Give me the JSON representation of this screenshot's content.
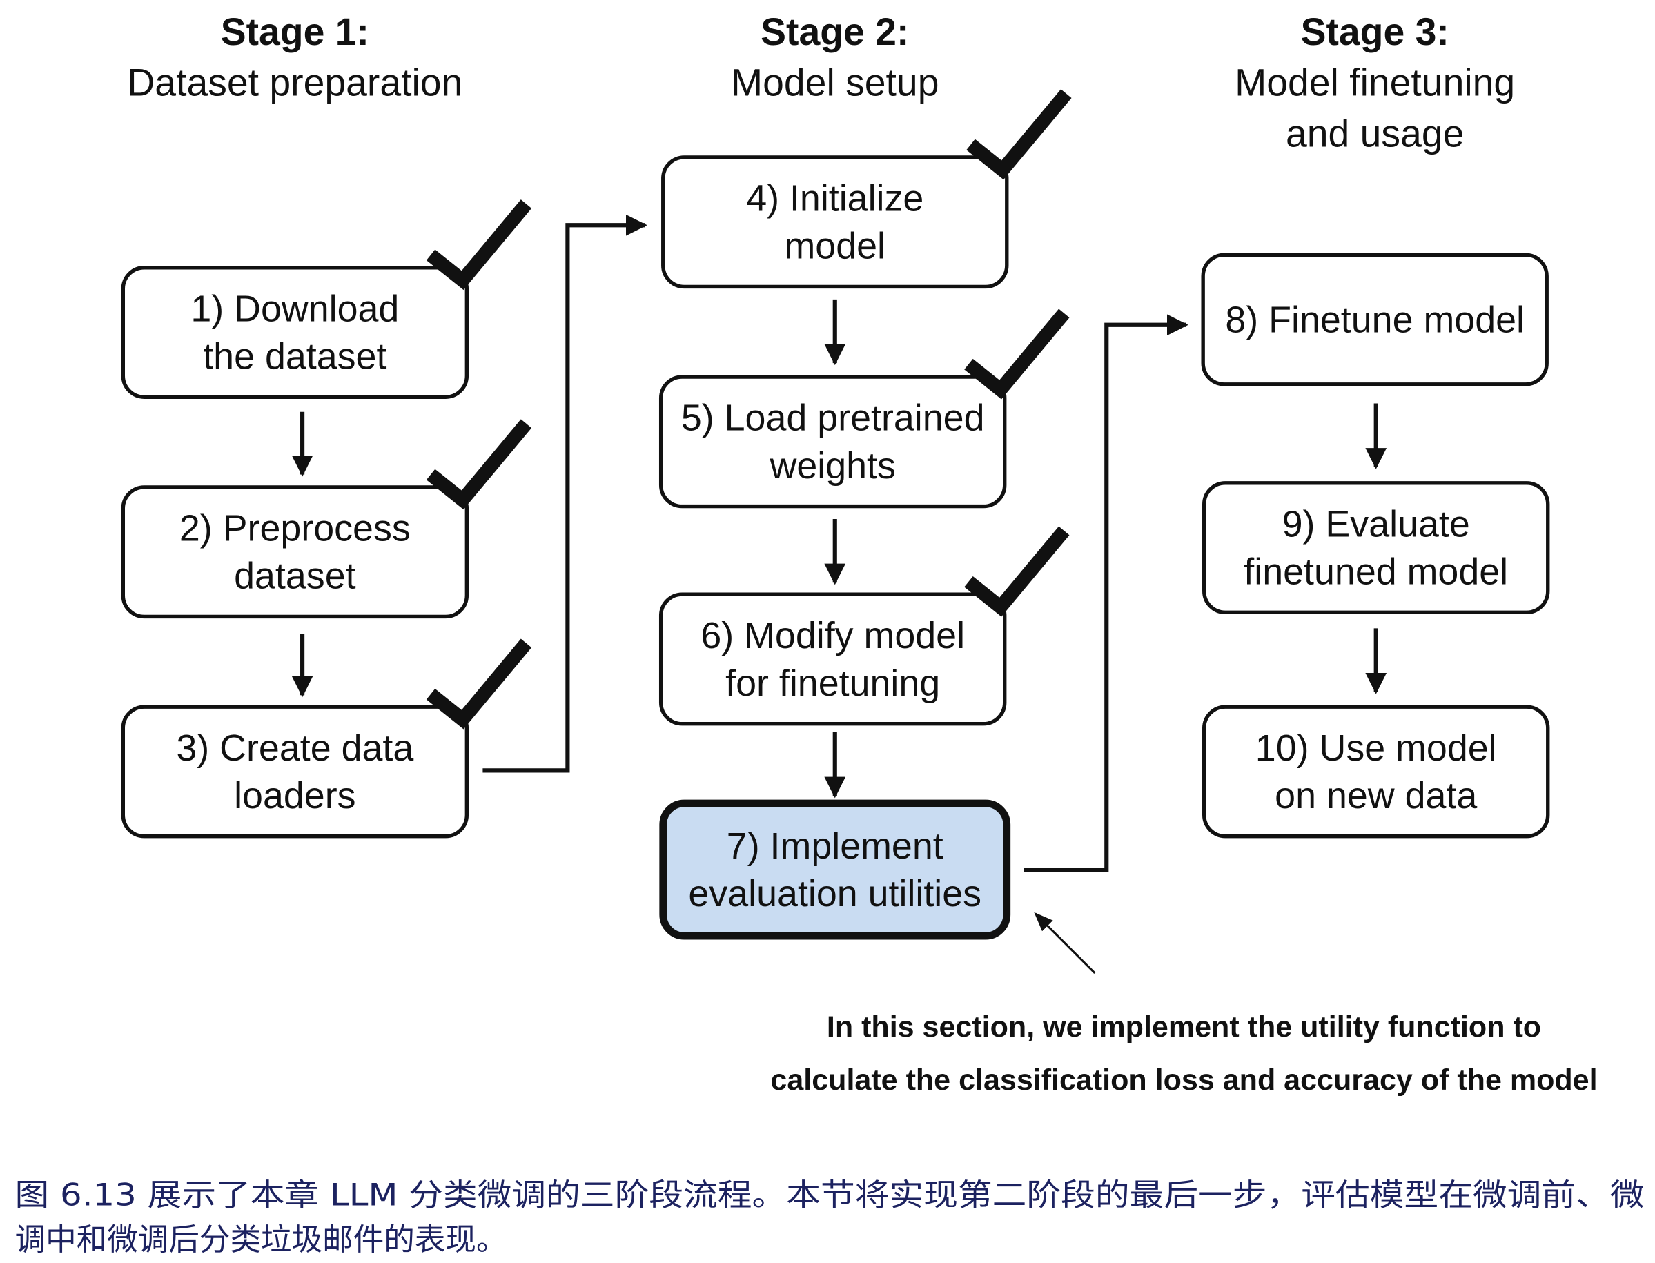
{
  "stages": [
    {
      "title": "Stage 1:",
      "subtitle": [
        "Dataset preparation"
      ]
    },
    {
      "title": "Stage 2:",
      "subtitle": [
        "Model setup"
      ]
    },
    {
      "title": "Stage 3:",
      "subtitle": [
        "Model finetuning",
        "and usage"
      ]
    }
  ],
  "steps": [
    {
      "lines": [
        "1) Download",
        "the dataset"
      ],
      "done": true
    },
    {
      "lines": [
        "2) Preprocess",
        "dataset"
      ],
      "done": true
    },
    {
      "lines": [
        "3) Create data",
        "loaders"
      ],
      "done": true
    },
    {
      "lines": [
        "4) Initialize",
        "model"
      ],
      "done": true
    },
    {
      "lines": [
        "5) Load pretrained",
        "weights"
      ],
      "done": true
    },
    {
      "lines": [
        "6) Modify model",
        "for finetuning"
      ],
      "done": true
    },
    {
      "lines": [
        "7) Implement",
        "evaluation utilities"
      ],
      "done": false,
      "highlighted": true
    },
    {
      "lines": [
        "8) Finetune model"
      ],
      "done": false
    },
    {
      "lines": [
        "9) Evaluate",
        "finetuned model"
      ],
      "done": false
    },
    {
      "lines": [
        "10) Use model",
        "on new data"
      ],
      "done": false
    }
  ],
  "annotation": [
    "In this section, we implement the utility function to",
    "calculate the classification loss and accuracy of the model"
  ],
  "caption": [
    "图 6.13 展示了本章 LLM 分类微调的三阶段流程。本节将实现第二阶段的最后一步，评估模型在微调前、微",
    "调中和微调后分类垃圾邮件的表现。"
  ],
  "colors": {
    "highlight_fill": "#c9dcf2",
    "caption_text": "#1c2260",
    "ink": "#111111"
  }
}
